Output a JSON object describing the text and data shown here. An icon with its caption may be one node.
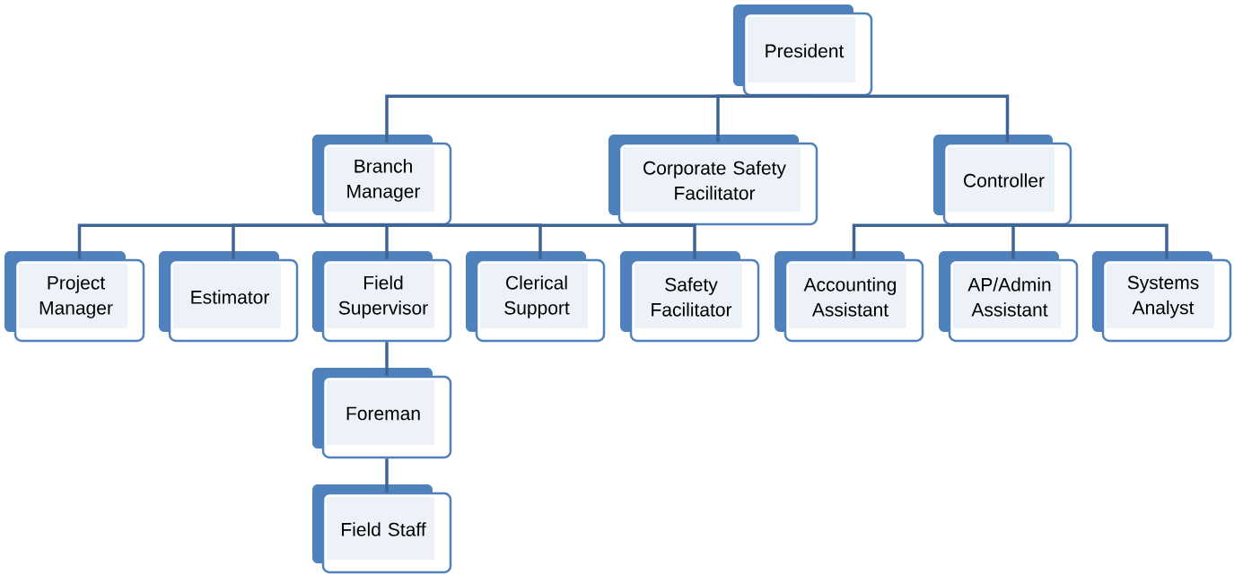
{
  "diagram": {
    "nodes": [
      {
        "text": [
          "President"
        ]
      },
      {
        "text": [
          "Branch Manager"
        ]
      },
      {
        "text": [
          "Corporate Safety Facilitator"
        ]
      },
      {
        "text": [
          "Controller"
        ]
      },
      {
        "text": [
          "Project Manager"
        ]
      },
      {
        "text": [
          "Estimator"
        ]
      },
      {
        "text": [
          "Field Supervisor"
        ]
      },
      {
        "text": [
          "Clerical Support"
        ]
      },
      {
        "text": [
          "Safety Facilitator"
        ]
      },
      {
        "text": [
          "Accounting Assistant"
        ]
      },
      {
        "text": [
          "AP/Admin Assistant"
        ]
      },
      {
        "text": [
          "Systems Analyst"
        ]
      },
      {
        "text": [
          "Foreman"
        ]
      },
      {
        "text": [
          "Field Staff"
        ]
      }
    ],
    "edges": [
      {
        "from": 0,
        "to": 1,
        "arrow": "none"
      },
      {
        "from": 0,
        "to": 2,
        "arrow": "none"
      },
      {
        "from": 0,
        "to": 3,
        "arrow": "none"
      },
      {
        "from": 1,
        "to": 4,
        "arrow": "none"
      },
      {
        "from": 1,
        "to": 5,
        "arrow": "none"
      },
      {
        "from": 1,
        "to": 6,
        "arrow": "none"
      },
      {
        "from": 1,
        "to": 7,
        "arrow": "none"
      },
      {
        "from": 1,
        "to": 8,
        "arrow": "none"
      },
      {
        "from": 3,
        "to": 9,
        "arrow": "none"
      },
      {
        "from": 3,
        "to": 10,
        "arrow": "none"
      },
      {
        "from": 3,
        "to": 11,
        "arrow": "none"
      },
      {
        "from": 6,
        "to": 12,
        "arrow": "none"
      },
      {
        "from": 12,
        "to": 13,
        "arrow": "none"
      }
    ]
  }
}
